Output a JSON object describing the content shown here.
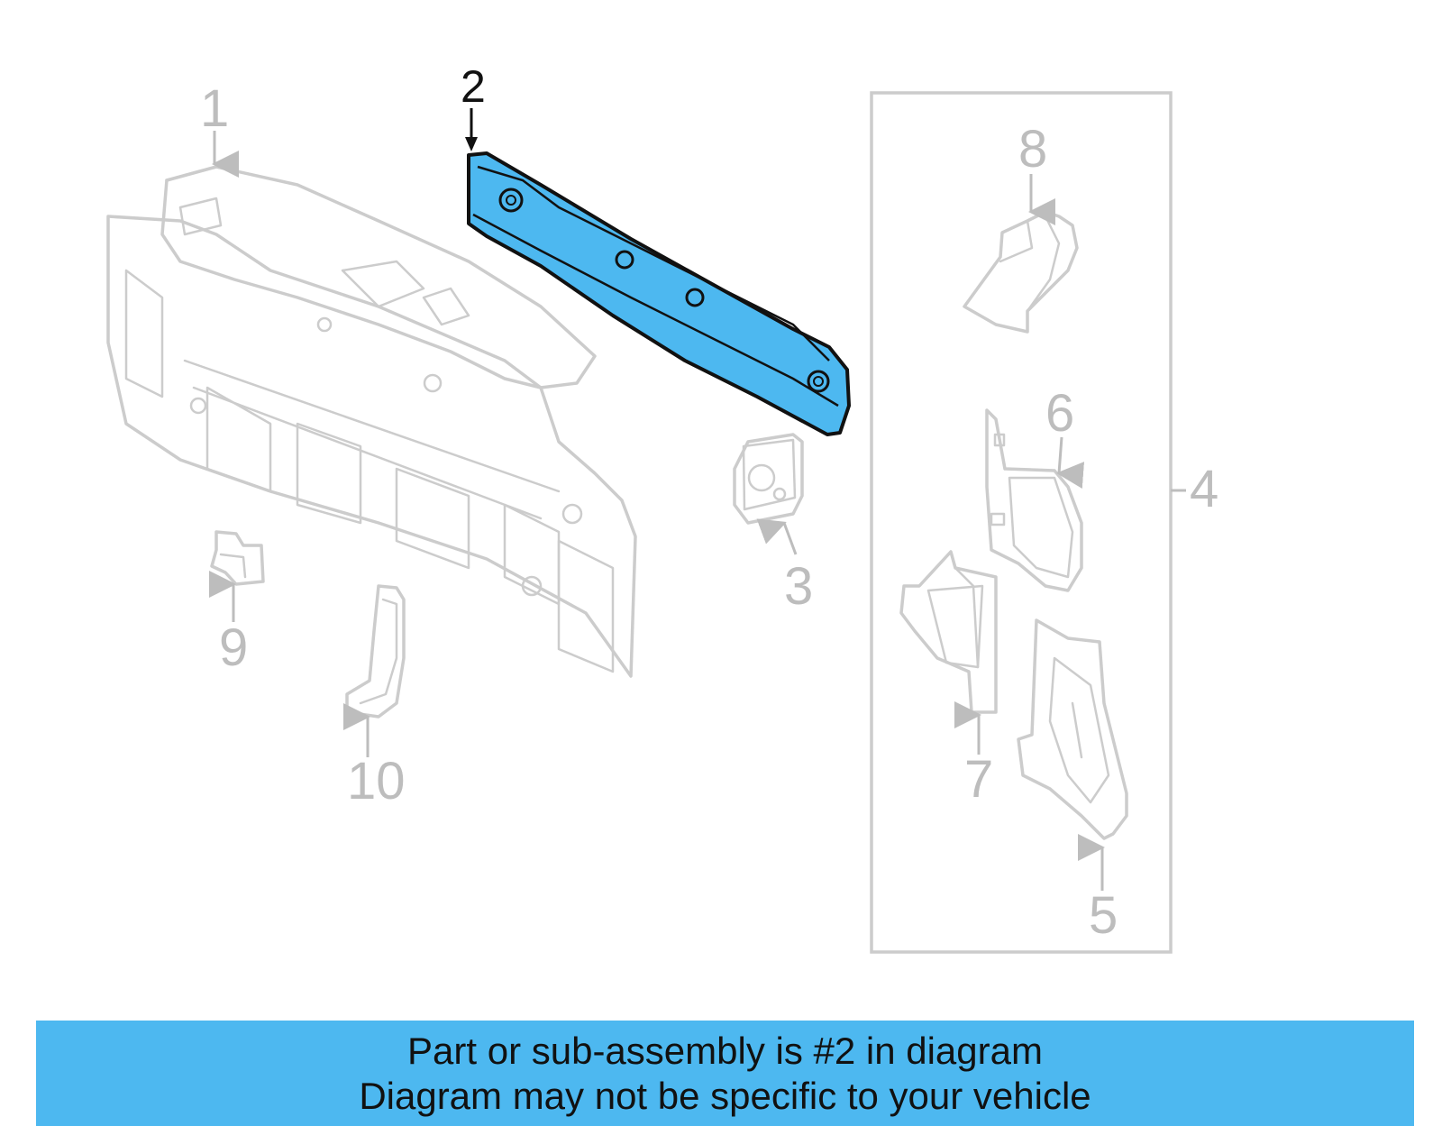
{
  "diagram": {
    "highlight_color": "#4db8f0",
    "ghost_color": "#cccccc",
    "callouts": [
      "1",
      "2",
      "3",
      "4",
      "5",
      "6",
      "7",
      "8",
      "9",
      "10"
    ],
    "active_callout": "2"
  },
  "banner": {
    "line1": "Part or sub-assembly is #2 in diagram",
    "line2": "Diagram may not be specific to your vehicle",
    "background": "#4db8f0"
  }
}
